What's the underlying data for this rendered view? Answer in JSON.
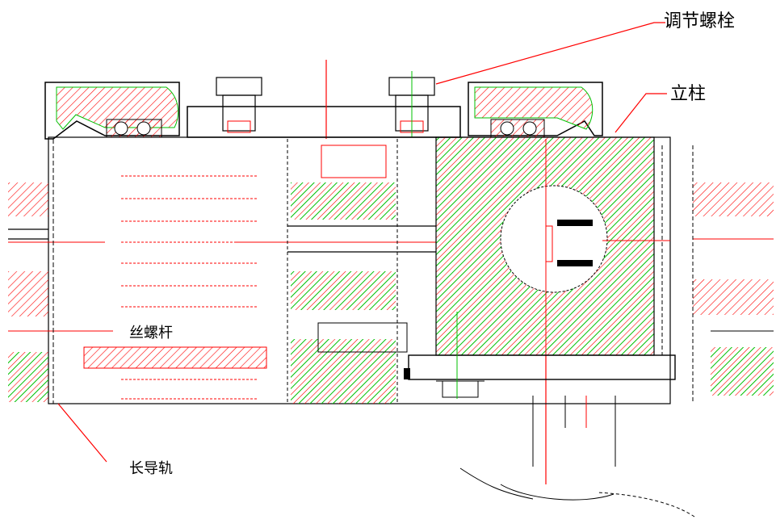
{
  "labels": {
    "adjust_bolt": "调节螺栓",
    "column": "立柱",
    "lead_screw": "丝螺杆",
    "long_guide": "长导轨"
  },
  "colors": {
    "outline": "#000000",
    "hatch_red": "#ff0000",
    "hatch_green": "#00c000",
    "background": "#ffffff"
  }
}
